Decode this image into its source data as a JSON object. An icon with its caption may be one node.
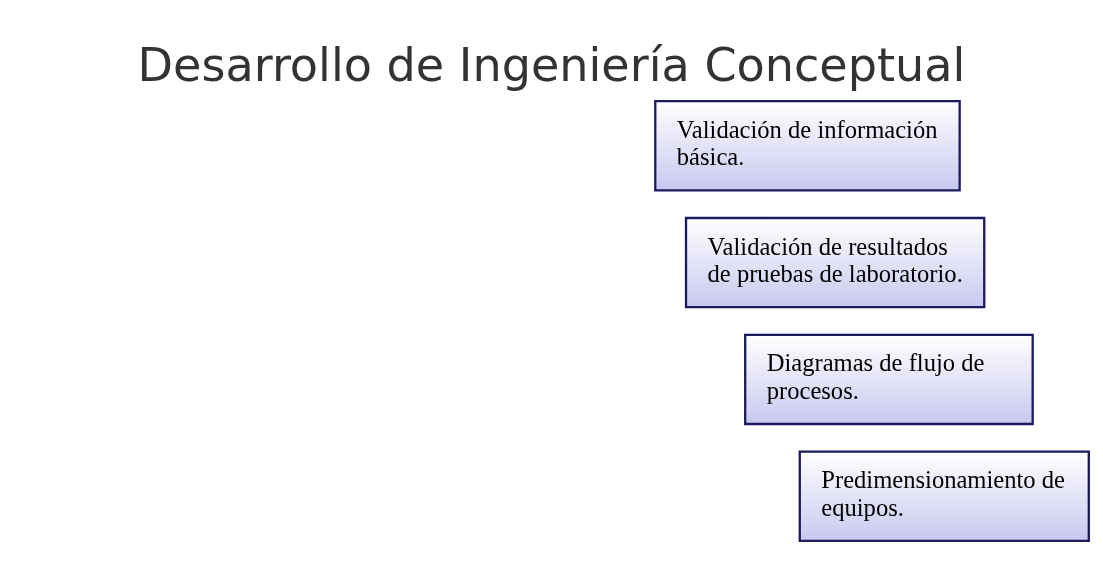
{
  "diagram": {
    "title": "Desarrollo de Ingeniería Conceptual",
    "nodes": [
      {
        "text": [
          "Validación de información básica."
        ]
      },
      {
        "text": [
          "Validación de resultados de pruebas de laboratorio."
        ]
      },
      {
        "text": [
          "Diagramas de flujo de procesos."
        ]
      },
      {
        "text": [
          "Predimensionamiento de equipos."
        ]
      }
    ],
    "edges": []
  }
}
